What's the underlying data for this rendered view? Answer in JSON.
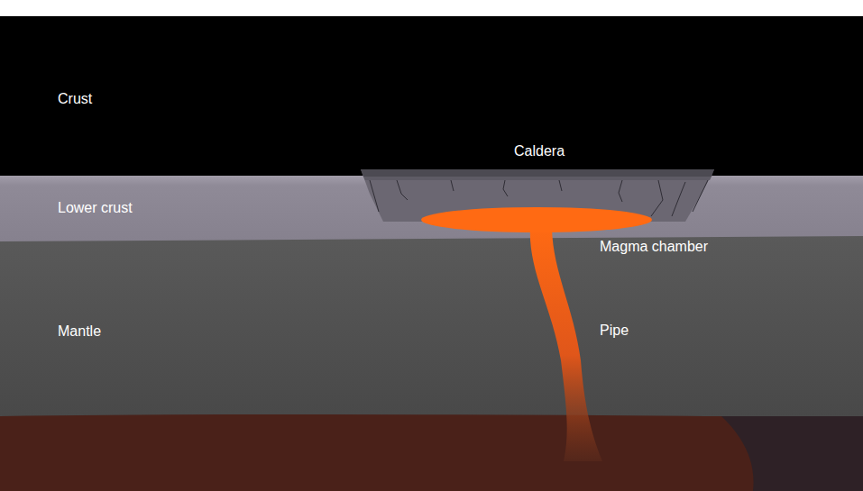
{
  "diagram": {
    "labels": [
      "Crust",
      "Caldera",
      "Lower crust",
      "Magma chamber",
      "Mantle",
      "Pipe"
    ]
  }
}
